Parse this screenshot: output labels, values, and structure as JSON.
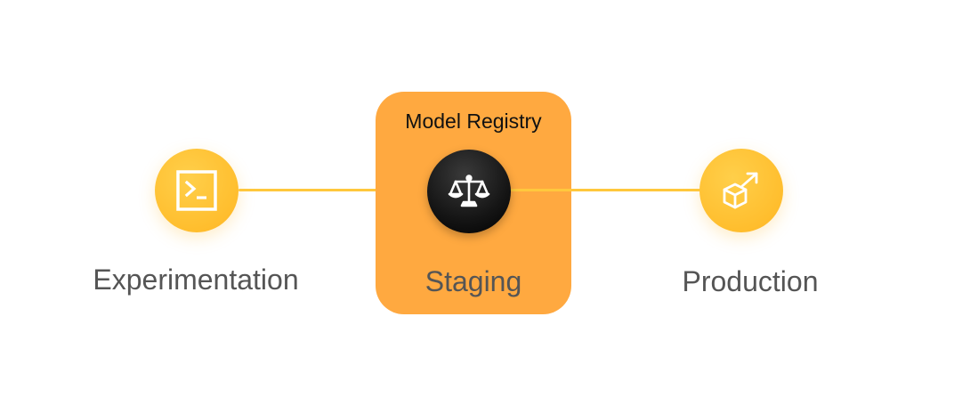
{
  "diagram": {
    "registry": {
      "title": "Model Registry"
    },
    "stages": [
      {
        "label": "Experimentation",
        "icon": "terminal-icon"
      },
      {
        "label": "Staging",
        "icon": "balance-scale-icon"
      },
      {
        "label": "Production",
        "icon": "deploy-cube-arrow-icon"
      }
    ]
  },
  "colors": {
    "accent_yellow": "#ffbe2e",
    "registry_orange": "#ffa940",
    "connector": "#ffc83d",
    "dark_node": "#151515",
    "label_gray": "#555555"
  }
}
